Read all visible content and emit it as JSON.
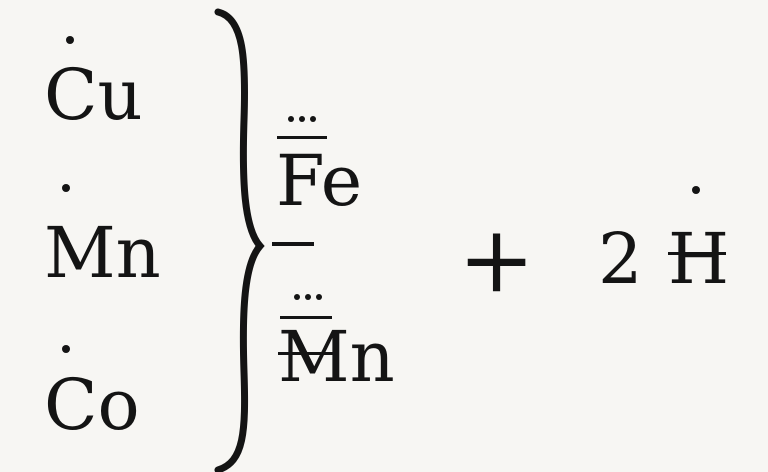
{
  "formula": {
    "left_group": [
      {
        "symbol": "Cu",
        "valence_marks": "single-dot"
      },
      {
        "symbol": "Mn",
        "valence_marks": "single-dot"
      },
      {
        "symbol": "Co",
        "valence_marks": "single-dot"
      }
    ],
    "right_top": {
      "symbol": "Fe",
      "valence_marks": "triple-dot"
    },
    "separator": "—",
    "right_bottom": {
      "symbol": "Mn",
      "valence_marks": "triple-dot"
    },
    "operator": "+",
    "coefficient": "2",
    "product": {
      "symbol": "H",
      "valence_marks": "single-dot"
    }
  }
}
